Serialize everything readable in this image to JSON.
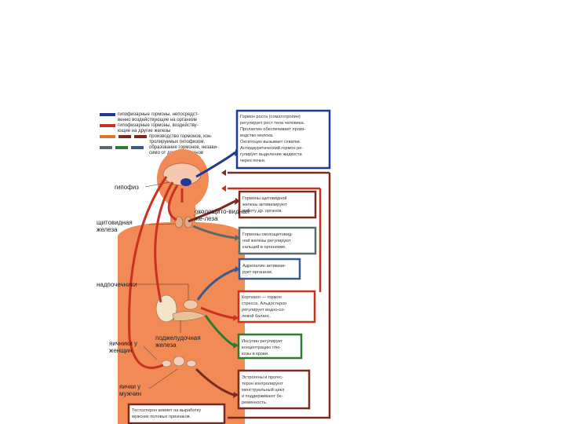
{
  "legend": [
    {
      "color": "#1f3a93",
      "lines": [
        "гипофизарные гормоны, непосредст-",
        "венно воздействующие на организм"
      ]
    },
    {
      "color": "#c8321e",
      "lines": [
        "гипофизарные гормоны, воздейству-",
        "ющие на другие железы"
      ]
    },
    {
      "color": "#e0752a",
      "lines": [
        "производство гормонов, кон-",
        "тролируемых гипофизом,",
        "образование гормонов, незави-",
        "симо от других гормонов"
      ]
    }
  ],
  "labels": {
    "pituitary": "гипофиз",
    "thyroid": "щитовидная железа",
    "parathyroid": "околощито-видная же-леза",
    "adrenal": "надпочечники",
    "pancreas": "поджелудочная железа",
    "ovaries": "яичники у женщин",
    "testes": "яички у мужчин"
  },
  "boxes": [
    {
      "id": "growth",
      "color": "#1f3a93",
      "lines": [
        "Гормон роста (соматотропин)",
        "регулирует рост тела человека.",
        "Пролактин обеспечивает произ-",
        "водство молока.",
        "Окситоцин вызывает схватки.",
        "Антидиуретический гормон ре-",
        "гулирует выделение жидкости",
        "через почки."
      ]
    },
    {
      "id": "thyroid",
      "color": "#7a2a1e",
      "lines": [
        "Гормоны щитовидной",
        "железы активизируют",
        "работу др. органов."
      ]
    },
    {
      "id": "parathyroid",
      "color": "#5a6a6a",
      "lines": [
        "Гормоны околощитовид-",
        "ной железы регулируют",
        "кальций в организме."
      ]
    },
    {
      "id": "adrenaline",
      "color": "#3a5a8a",
      "lines": [
        "Адреналин активизи-",
        "рует организм."
      ]
    },
    {
      "id": "cortisol",
      "color": "#c8321e",
      "lines": [
        "Кортизол — гормон",
        "стресса. Альдостерон",
        "регулирует водно-со-",
        "левой баланс."
      ]
    },
    {
      "id": "insulin",
      "color": "#2e7a2e",
      "lines": [
        "Инсулин регулирует",
        "концентрацию глю-",
        "козы в крови."
      ]
    },
    {
      "id": "estrogen",
      "color": "#7a2a1e",
      "lines": [
        "Эстрогены и прогес-",
        "терон контролируют",
        "менструальный цикл",
        "и поддерживают бе-",
        "ременность."
      ]
    },
    {
      "id": "testosterone",
      "color": "#7a2a1e",
      "lines": [
        "Тестостерон влияет на выработку",
        "мужских половых признаков."
      ]
    }
  ]
}
